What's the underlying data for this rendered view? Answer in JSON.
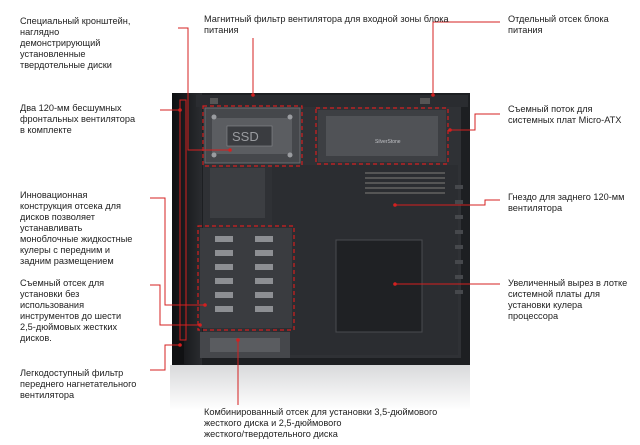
{
  "colors": {
    "accent": "#d42020",
    "text": "#222222",
    "case_body": "#1d1f22",
    "case_interior": "#3a3c40"
  },
  "labels": {
    "ssd_bracket": "Специальный кронштейн,\nнаглядно\nдемонстрирующий\nустановленные\nтвердотельные диски",
    "psu_filter": "Магнитный фильтр вентилятора для входной зоны блока\nпитания",
    "psu_bay": "Отдельный отсек блока\nпитания",
    "front_fans": "Два 120-мм бесшумных\nфронтальных вентилятора\nв комплекте",
    "micro_atx_tray": "Съемный поток для\nсистемных плат Micro-ATX",
    "drive_cage": "Инновационная\nконструкция отсека для\nдисков позволяет\nустанавливать\nмоноблочные жидкостные\nкулеры с передним и\nзадним размещением",
    "rear_fan": "Гнездо для заднего 120-мм\nвентилятора",
    "removable_bay": "Съемный отсек для\nустановки без\nиспользования\nинструментов до шести\n2,5-дюймовых жестких\nдисков.",
    "motherboard_cutout": "Увеличенный вырез в лотке\nсистемной платы для\nустановки кулера\nпроцессора",
    "front_filter": "Легкодоступный фильтр\nпереднего нагнетательного\nвентилятора",
    "combo_bay": "Комбинированный отсек для установки 3,5-дюймового\nжесткого диска и 2,5-дюймового\nжесткого/твердотельного диска"
  },
  "case_marks": {
    "ssd_text": "SSD",
    "brand_text": "SilverStone"
  }
}
